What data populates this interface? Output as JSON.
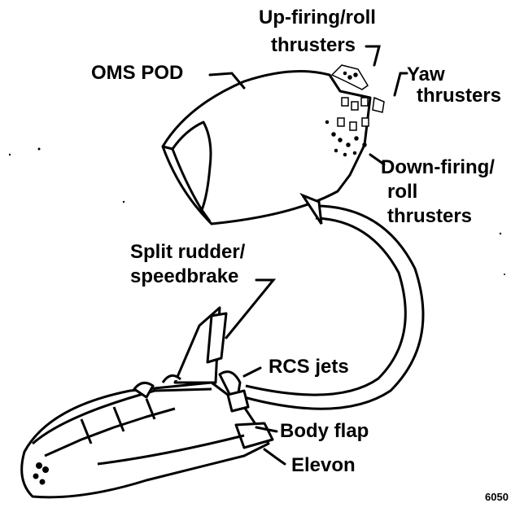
{
  "labels": {
    "oms_pod": "OMS POD",
    "up_firing_line1": "Up-firing/roll",
    "up_firing_line2": "thrusters",
    "yaw_line1": "Yaw",
    "yaw_line2": "thrusters",
    "down_firing_line1": "Down-firing/",
    "down_firing_line2": "roll",
    "down_firing_line3": "thrusters",
    "split_rudder_line1": "Split rudder/",
    "split_rudder_line2": "speedbrake",
    "rcs_jets": "RCS jets",
    "body_flap": "Body flap",
    "elevon": "Elevon"
  },
  "figure_number": "6050",
  "colors": {
    "ink": "#000000",
    "paper": "#ffffff"
  }
}
